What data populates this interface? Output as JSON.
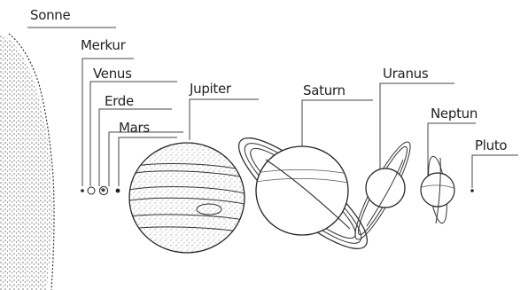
{
  "labels": {
    "sonne": "Sonne",
    "merkur": "Merkur",
    "venus": "Venus",
    "erde": "Erde",
    "mars": "Mars",
    "jupiter": "Jupiter",
    "saturn": "Saturn",
    "uranus": "Uranus",
    "neptun": "Neptun",
    "pluto": "Pluto"
  },
  "colors": {
    "ink": "#222222",
    "background": "#ffffff"
  }
}
